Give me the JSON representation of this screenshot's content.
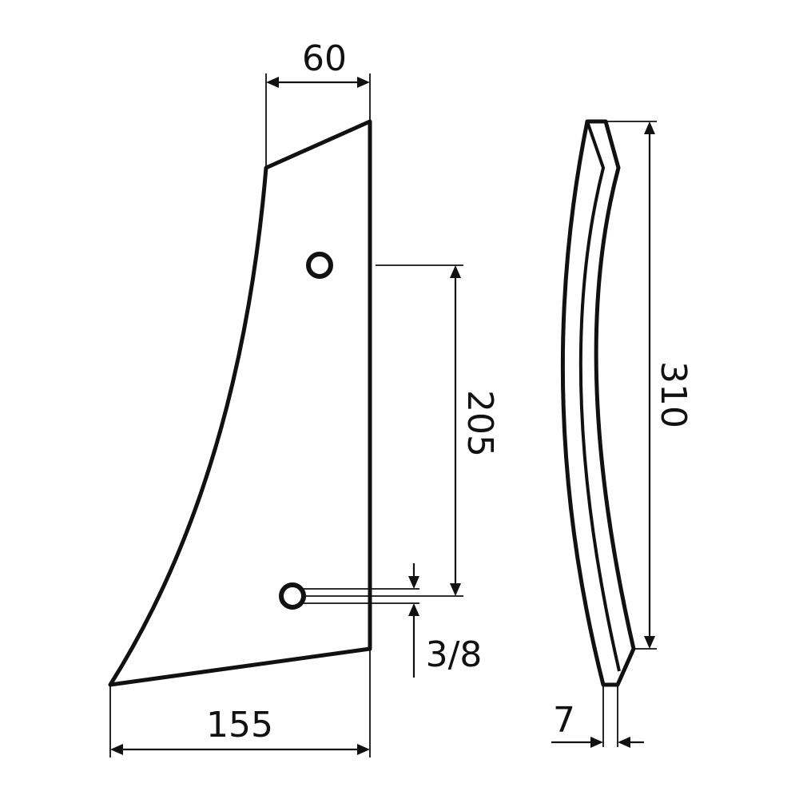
{
  "dimensions": {
    "top_width": "60",
    "bottom_width": "155",
    "hole_spacing": "205",
    "bolt_size": "3/8",
    "height": "310",
    "thickness": "7"
  },
  "colors": {
    "line": "#111111",
    "background": "#ffffff"
  }
}
